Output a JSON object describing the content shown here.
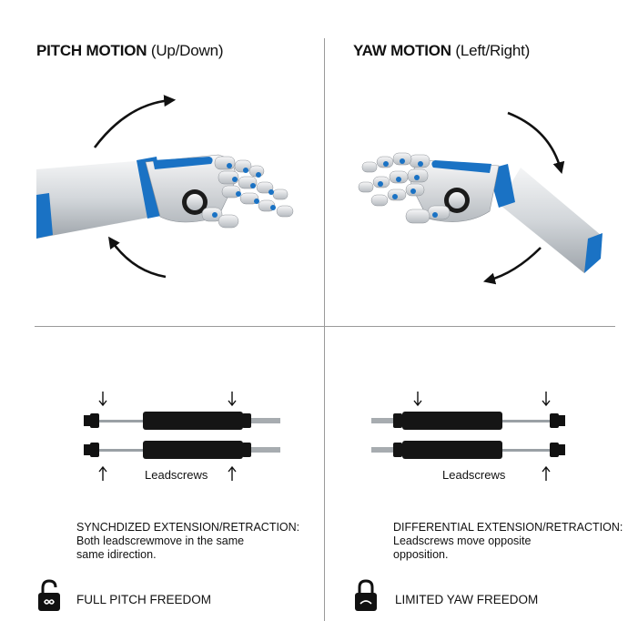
{
  "left_panel": {
    "title_bold": "PITCH MOTION",
    "title_light": "(Up/Down)",
    "leadscrew_label": "Leadscrews",
    "description_lines": [
      "SYNCHDIZED EXTENSION/RETRACTION:",
      "Both leadscrewmove in the same",
      "same idirection."
    ],
    "freedom_label": "FULL PITCH FREEDOM",
    "lock_icon": "unlocked-infinity-icon"
  },
  "right_panel": {
    "title_bold": "YAW MOTION",
    "title_light": "(Left/Right)",
    "leadscrew_label": "Leadscrews",
    "description_lines": [
      "DIFFERENTIAL EXTENSION/RETRACTION:",
      "Leadscrews move opposite",
      "opposition."
    ],
    "freedom_label": "LIMITED YAW FREEDOM",
    "lock_icon": "locked-limited-icon"
  },
  "colors": {
    "accent_blue": "#1a72c4",
    "hand_silver": "#d9dde0",
    "dark_joint": "#1b1b1b",
    "divider": "#9a9a9a"
  }
}
